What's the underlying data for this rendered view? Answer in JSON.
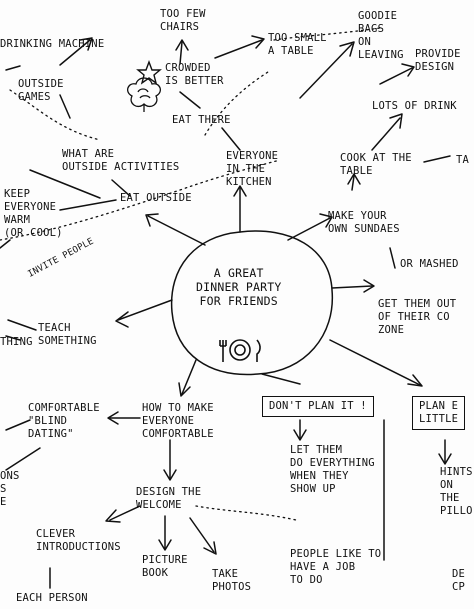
{
  "center": {
    "text": "A GREAT\nDINNER PARTY\nFOR FRIENDS"
  },
  "nodes": {
    "too_few_chairs": "TOO FEW\nCHAIRS",
    "crowded": "CROWDED\nIS BETTER",
    "too_small_table": "TOO SMALL\nA TABLE",
    "eat_there": "EAT THERE",
    "goodie_bags": "GOODIE\nBAGS\nON\nLEAVING",
    "provide_designs": "PROVIDE\nDESIGN",
    "lots_of_drinks": "LOTS OF DRINK",
    "drinking_machine": "DRINKING MACHINE",
    "outside_games": "OUTSIDE\nGAMES",
    "what_are_outside": "WHAT ARE\nOUTSIDE ACTIVITIES",
    "eat_outside": "EAT OUTSIDE",
    "everyone_kitchen": "EVERYONE\nIN THE\nKITCHEN",
    "cook_at_table": "COOK AT THE\nTABLE",
    "right_edge_ta": "TA",
    "make_sundaes": "MAKE YOUR\nOWN SUNDAES",
    "mashed": "OR MASHED",
    "keep_warm": "KEEP\nEVERYONE\nWARM\n(OR COOL)",
    "invite_people": "INVITE PEOPLE",
    "get_them_out": "GET THEM OUT\nOF THEIR CO\nZONE",
    "teach_something": "TEACH\nSOMETHING",
    "left_edge_thing": "THING",
    "how_to_make": "HOW TO MAKE\nEVERYONE\nCOMFORTABLE",
    "dont_plan": "DON'T PLAN IT !",
    "plan_little": "PLAN E\nLITTLE",
    "comfortable_blind": "COMFORTABLE\n\"BLIND\nDATING\"",
    "let_them": "LET THEM\nDO EVERYTHING\nWHEN THEY\nSHOW UP",
    "hints": "HINTS\nON\nTHE\nPILLO",
    "left_edge_ons": "ONS\nS\nE",
    "design_welcome": "DESIGN THE\nWELCOME",
    "clever_intros": "CLEVER\nINTRODUCTIONS",
    "each_person": "EACH PERSON",
    "picture_book": "PICTURE\nBOOK",
    "take_photos": "TAKE\nPHOTOS",
    "people_like_job": "PEOPLE LIKE TO\nHAVE A JOB\nTO DO",
    "right_edge_de": "DE\nCP"
  },
  "icons": [
    "star-icon",
    "broccoli-sketch-icon",
    "plate-fork-knife-icon"
  ]
}
